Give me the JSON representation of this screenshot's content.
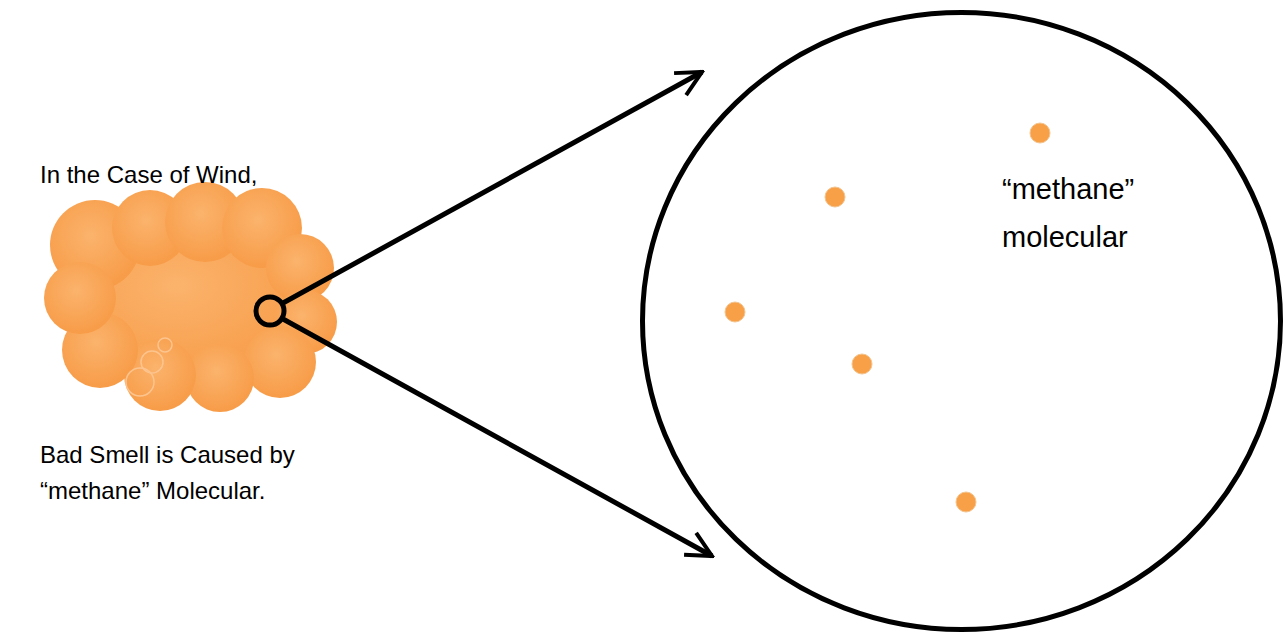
{
  "diagram": {
    "nodes": [
      {
        "text": [
          "“methane” molecular"
        ]
      }
    ],
    "labels": [
      "In the Case of Wind,",
      "Bad Smell is Caused by “methane” Molecular."
    ]
  }
}
